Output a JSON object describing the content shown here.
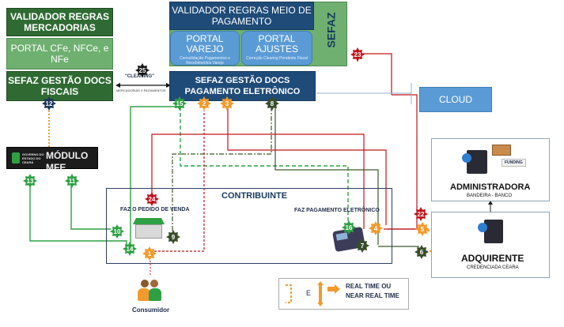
{
  "boxes": {
    "validador_mercadorias": "VALIDADOR REGRAS MERCADORIAS",
    "portal_docs": "PORTAL CFe, NFCe, e NFe",
    "sefaz_docs_fiscais": "SEFAZ GESTÃO DOCS FISCAIS",
    "validador_pagamento": "VALIDADOR REGRAS MEIO DE PAGAMENTO",
    "portal_varejo": "PORTAL VAREJO",
    "portal_varejo_sub": "Consolidação Pagamentos e Recebimentos Varejo",
    "portal_ajustes": "PORTAL AJUSTES",
    "portal_ajustes_sub": "Correção Clearing Pendente Fiscal",
    "sefaz_vertical": "SEFAZ",
    "sefaz_pagamento": "SEFAZ GESTÃO DOCS PAGAMENTO ELETRÔNICO",
    "cloud": "CLOUD",
    "modulo_mfe": "MÓDULO MFE",
    "modulo_logo_text": "GOVERNO DO ESTADO DO CEARÁ",
    "administradora": "ADMINISTRADORA",
    "administradora_sub": "BANDEIRA - BANCO",
    "funding": "FUNDING",
    "adquirente": "ADQUIRENTE",
    "adquirente_sub": "CREDENCIADA CEARA",
    "contribuinte": "CONTRIBUINTE",
    "faz_pedido": "FAZ O PEDIDO DE VENDA",
    "faz_pagamento": "FAZ PAGAMENTO ELETRÔNICO",
    "consumidor": "Consumidor",
    "cleaning": "\"CLEANING\"",
    "cleaning_sub": "MERCADORIAS X PAGAMENTOS",
    "legend_e": "E",
    "legend_text": "REAL TIME OU NEAR REAL TIME"
  },
  "badges": [
    "25",
    "12",
    "15",
    "2",
    "3",
    "8",
    "23",
    "13",
    "11",
    "24",
    "10",
    "9",
    "14",
    "1",
    "16",
    "4",
    "7",
    "5",
    "6",
    "22"
  ],
  "colors": {
    "dark_green": "#2f6a33",
    "light_green": "#6fb070",
    "navy": "#1f4b78",
    "light_blue": "#5b9bd5",
    "red": "#c0141b",
    "orange": "#f39a2c",
    "green_line": "#2ea043"
  }
}
